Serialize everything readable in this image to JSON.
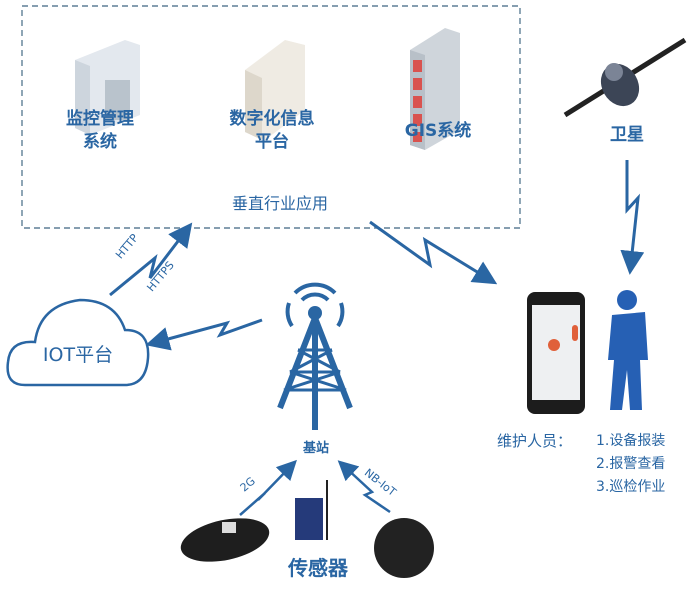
{
  "apps_box": {
    "items": [
      {
        "label_line1": "监控管理",
        "label_line2": "系统",
        "icon": "server-tower-icon"
      },
      {
        "label_line1": "数字化信息",
        "label_line2": "平台",
        "icon": "server-beige-icon"
      },
      {
        "label_line1": "GIS系统",
        "icon": "server-rack-icon"
      }
    ]
  },
  "satellite": {
    "label": "卫星",
    "icon": "satellite-icon"
  },
  "vertical_apps": {
    "label": "垂直行业应用"
  },
  "protocols": {
    "http": "HTTP",
    "https": "HTTPS"
  },
  "iot_platform": {
    "label": "IOT平台",
    "icon": "cloud-icon"
  },
  "base_station": {
    "label": "基站",
    "icon": "cell-tower-icon"
  },
  "links": {
    "g2": "2G",
    "nbiot": "NB-IoT"
  },
  "sensors": {
    "label": "传感器"
  },
  "maintenance": {
    "label": "维护人员：",
    "tasks": [
      "1.设备报装",
      "2.报警查看",
      "3.巡检作业"
    ]
  },
  "colors": {
    "primary": "#2a66a3",
    "dash": "#5f7f96"
  }
}
